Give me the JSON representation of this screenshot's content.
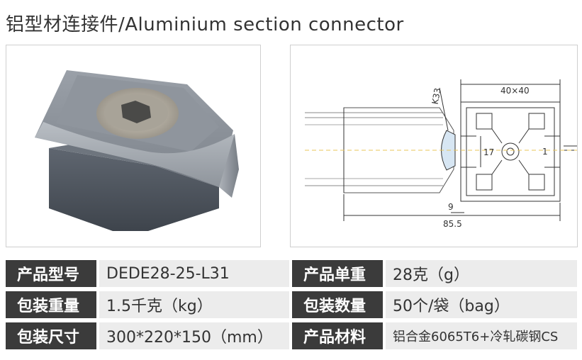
{
  "title": "铝型材连接件/Aluminium section connector",
  "drawing": {
    "dim_top": "40×40",
    "dim_k": "K33",
    "dim_17": "17",
    "dim_1": "1",
    "dim_9": "9",
    "dim_85": "85.5"
  },
  "specs": [
    {
      "label": "产品型号",
      "value": "DEDE28-25-L31",
      "label2": "产品单重",
      "value2": "28克（g）"
    },
    {
      "label": "包装重量",
      "value": "1.5千克（kg）",
      "label2": "包装数量",
      "value2": "50个/袋（bag）"
    },
    {
      "label": "包装尺寸",
      "value": "300*220*150（mm）",
      "label2": "产品材料",
      "value2": "铝合金6065T6+冷轧碳钢CS"
    }
  ]
}
